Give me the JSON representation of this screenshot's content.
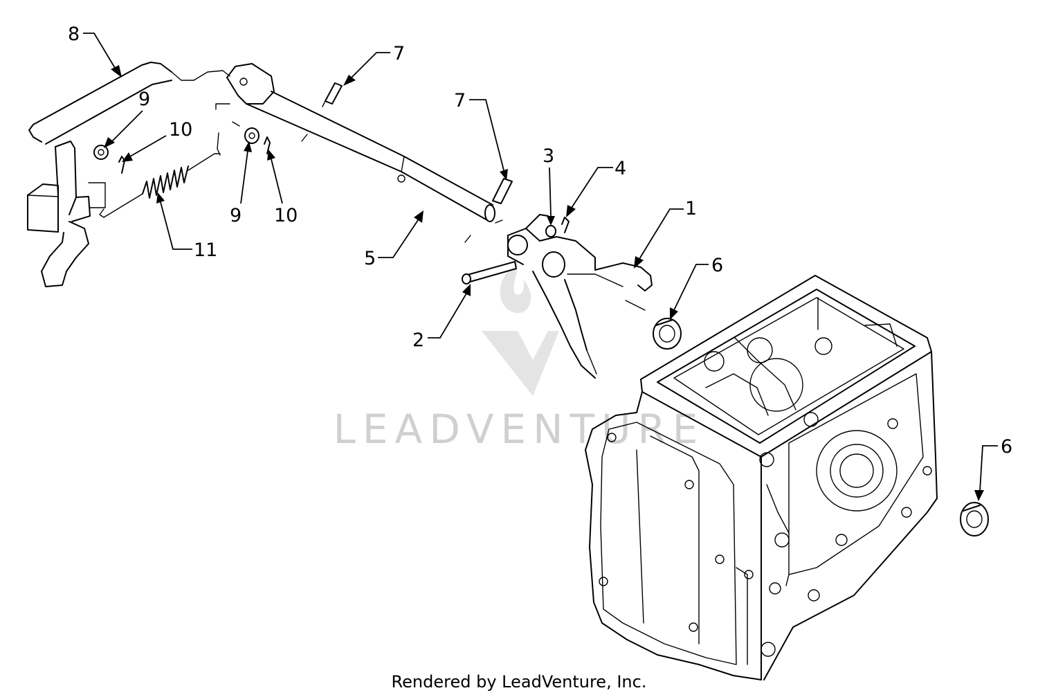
{
  "callouts": {
    "c1": "1",
    "c2": "2",
    "c3": "3",
    "c4": "4",
    "c5": "5",
    "c6a": "6",
    "c6b": "6",
    "c7a": "7",
    "c7b": "7",
    "c8": "8",
    "c9a": "9",
    "c9b": "9",
    "c10a": "10",
    "c10b": "10",
    "c11": "11"
  },
  "watermark": {
    "text": "LEADVENTURE"
  },
  "footer": {
    "text": "Rendered by LeadVenture, Inc."
  }
}
